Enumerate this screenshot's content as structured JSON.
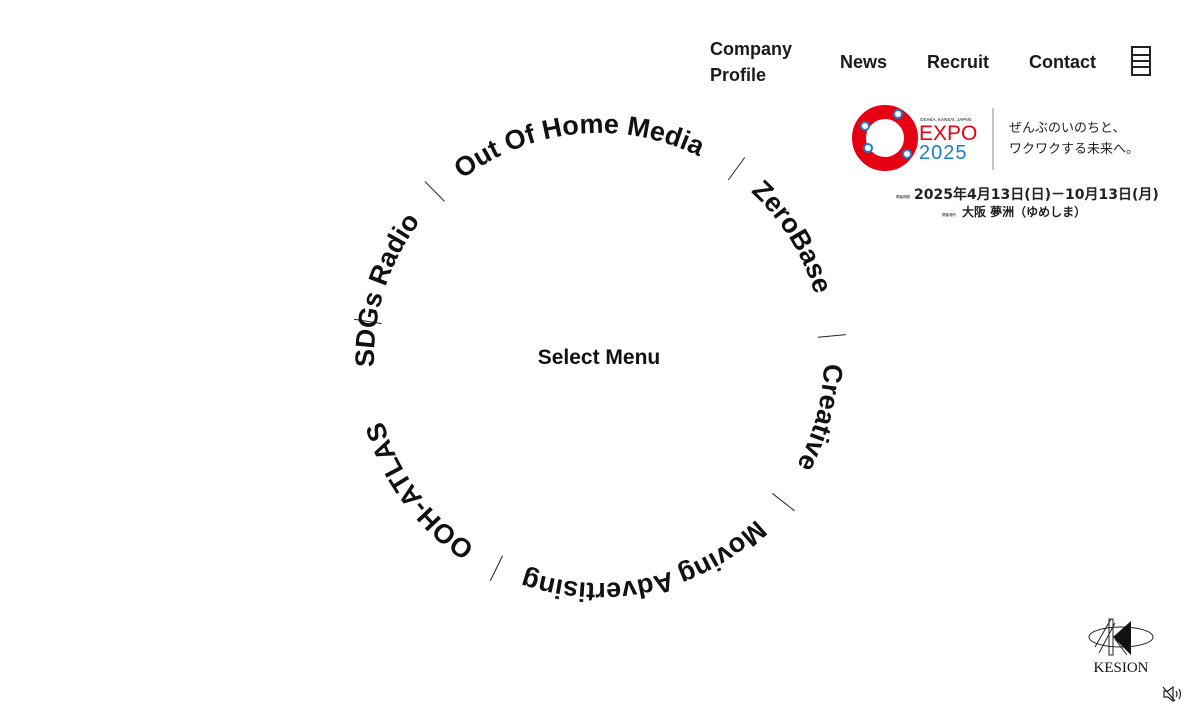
{
  "nav": {
    "items": [
      "Company Profile",
      "News",
      "Recruit",
      "Contact"
    ],
    "menu_icon": "hamburger-icon"
  },
  "expo_banner": {
    "region": "OSAKA, KANSAI, JAPAN",
    "title": "EXPO",
    "year": "2025",
    "slogan_line1": "ぜんぶのいのちと、",
    "slogan_line2": "ワクワクする未来へ。",
    "period_label": "開催期間",
    "dates": "2025年4月13日(日)－10月13日(月)",
    "venue_label": "開催場所",
    "venue": "大阪 夢洲（ゆめしま）",
    "logo_color": "#e60012",
    "accent_blue": "#1e7ec8"
  },
  "circle_menu": {
    "center_label": "Select Menu",
    "items": [
      "Out Of Home Media",
      "ZeroBase",
      "Creative",
      "Moving Advertising",
      "OOH-ATLAS",
      "SDGs Radio"
    ]
  },
  "footer": {
    "logo_text": "KESION",
    "sound_icon": "speaker-muted-icon"
  }
}
